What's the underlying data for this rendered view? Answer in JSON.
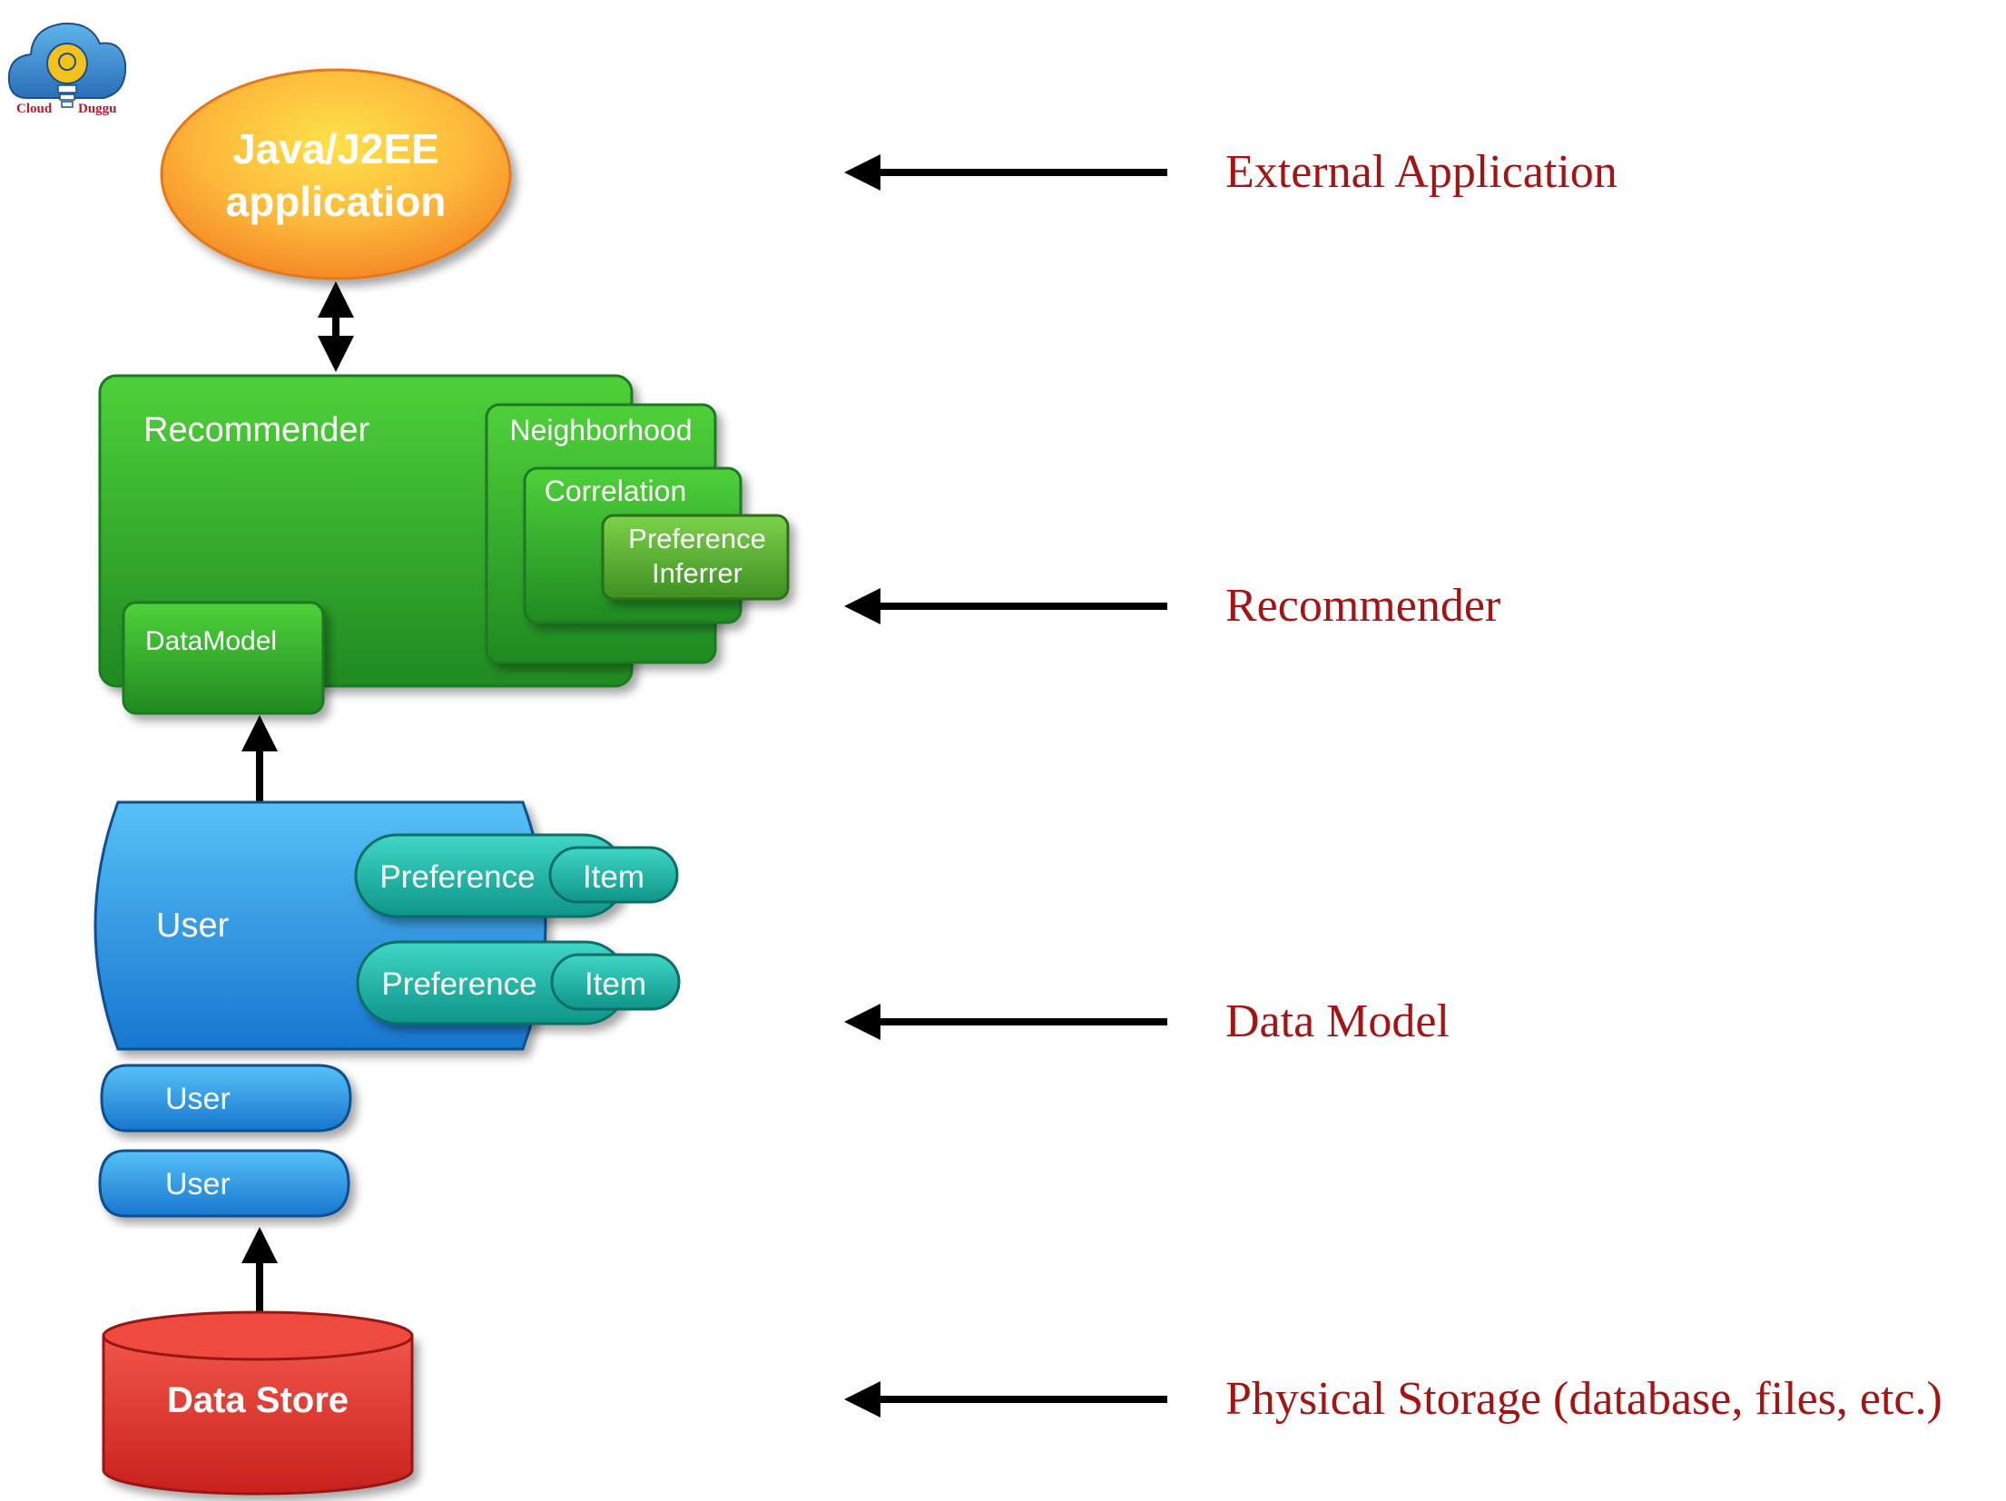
{
  "logo": {
    "text_left": "Cloud",
    "text_right": "Duggu"
  },
  "nodes": {
    "app": {
      "line1": "Java/J2EE",
      "line2": "application"
    },
    "recommender": {
      "title": "Recommender",
      "neighborhood": "Neighborhood",
      "correlation": "Correlation",
      "inferrer_line1": "Preference",
      "inferrer_line2": "Inferrer",
      "datamodel": "DataModel"
    },
    "user_main": "User",
    "preferences": [
      {
        "preference": "Preference",
        "item": "Item"
      },
      {
        "preference": "Preference",
        "item": "Item"
      }
    ],
    "users": [
      "User",
      "User"
    ],
    "datastore": "Data Store"
  },
  "layers": [
    "External Application",
    "Recommender",
    "Data Model",
    "Physical Storage (database, files, etc.)"
  ],
  "colors": {
    "app_fill": "#fcb63a",
    "recommender_fill": "#3aab2e",
    "user_fill": "#2f93e0",
    "preference_fill": "#1db3a4",
    "datastore_fill": "#e23b30",
    "layer_label": "#a31515"
  }
}
